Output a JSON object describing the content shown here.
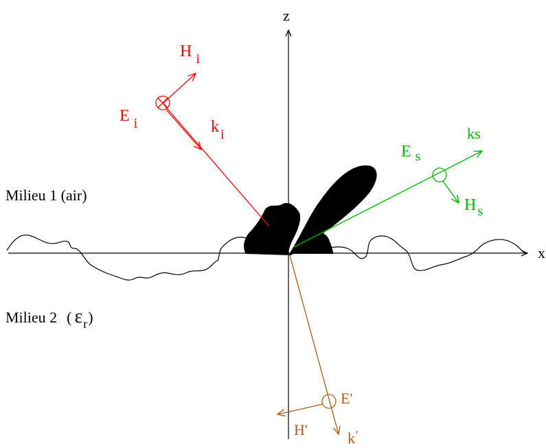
{
  "axes": {
    "z_label": "z",
    "x_label": "x"
  },
  "media": {
    "medium1_label": "Milieu 1 (air)",
    "medium2_label": "Milieu 2",
    "medium2_eps": "ε",
    "medium2_eps_sub": "r",
    "medium2_open": "(",
    "medium2_close": ")"
  },
  "incident": {
    "E_main": "E",
    "E_sub": "i",
    "H_main": "H",
    "H_sub": "i",
    "k_main": "k",
    "k_sub": "i",
    "color": "#ff0000"
  },
  "scattered": {
    "E_main": "E",
    "E_sub": "s",
    "H_main": "H",
    "H_sub": "s",
    "k_label": "ks",
    "color": "#00b400"
  },
  "transmitted": {
    "E_label": "E'",
    "H_label": "H'",
    "k_main": "k",
    "k_sub": "'",
    "color": "#b25a14"
  },
  "colors": {
    "axis": "#000000",
    "lobe": "#000000"
  }
}
